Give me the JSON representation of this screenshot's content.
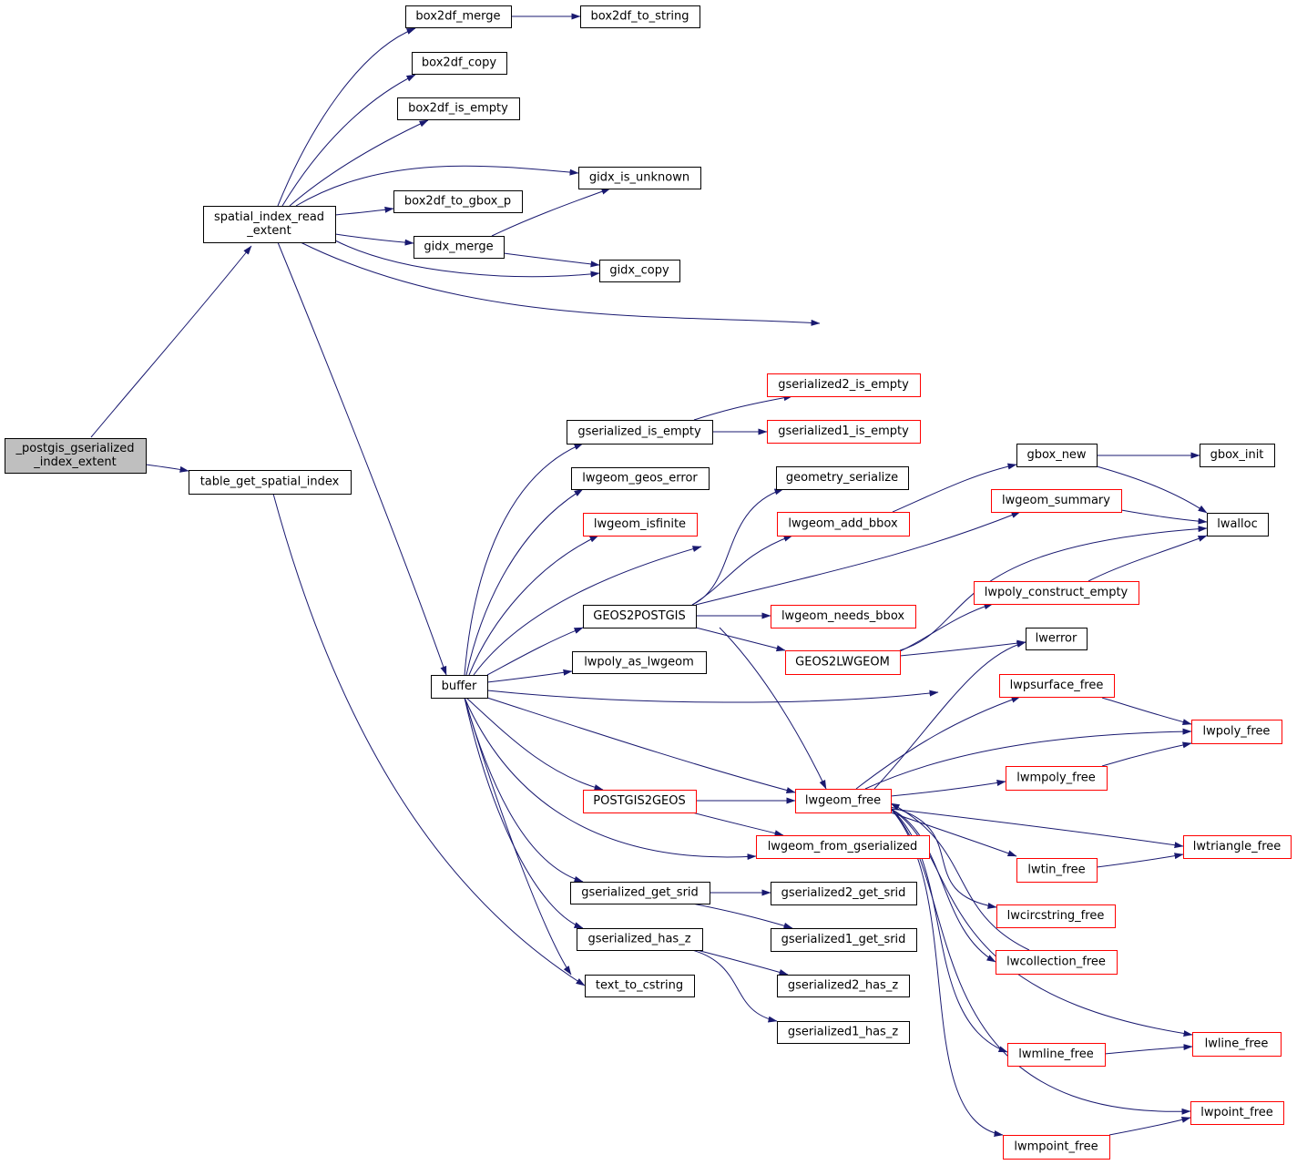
{
  "colors": {
    "edge": "#191970",
    "node_fill": "#ffffff",
    "root_fill": "#bfbfbf",
    "border_normal": "#000000",
    "border_incomplete": "#ff0000"
  },
  "nodes": {
    "root": {
      "label": "_postgis_gserialized\n_index_extent",
      "kind": "root"
    },
    "spatial_index_read_extent": {
      "label": "spatial_index_read\n_extent",
      "kind": "normal"
    },
    "table_get_spatial_index": {
      "label": "table_get_spatial_index",
      "kind": "normal"
    },
    "box2df_merge": {
      "label": "box2df_merge",
      "kind": "normal"
    },
    "box2df_to_string": {
      "label": "box2df_to_string",
      "kind": "normal"
    },
    "box2df_copy": {
      "label": "box2df_copy",
      "kind": "normal"
    },
    "box2df_is_empty": {
      "label": "box2df_is_empty",
      "kind": "normal"
    },
    "gidx_is_unknown": {
      "label": "gidx_is_unknown",
      "kind": "normal"
    },
    "box2df_to_gbox_p": {
      "label": "box2df_to_gbox_p",
      "kind": "normal"
    },
    "gidx_merge": {
      "label": "gidx_merge",
      "kind": "normal"
    },
    "gidx_copy": {
      "label": "gidx_copy",
      "kind": "normal"
    },
    "buffer": {
      "label": "buffer",
      "kind": "normal"
    },
    "gserialized_is_empty": {
      "label": "gserialized_is_empty",
      "kind": "normal"
    },
    "gserialized2_is_empty": {
      "label": "gserialized2_is_empty",
      "kind": "incomplete"
    },
    "gserialized1_is_empty": {
      "label": "gserialized1_is_empty",
      "kind": "incomplete"
    },
    "lwgeom_geos_error": {
      "label": "lwgeom_geos_error",
      "kind": "normal"
    },
    "lwgeom_isfinite": {
      "label": "lwgeom_isfinite",
      "kind": "incomplete"
    },
    "GEOS2POSTGIS": {
      "label": "GEOS2POSTGIS",
      "kind": "normal"
    },
    "lwpoly_as_lwgeom": {
      "label": "lwpoly_as_lwgeom",
      "kind": "normal"
    },
    "POSTGIS2GEOS": {
      "label": "POSTGIS2GEOS",
      "kind": "incomplete"
    },
    "gserialized_get_srid": {
      "label": "gserialized_get_srid",
      "kind": "normal"
    },
    "gserialized_has_z": {
      "label": "gserialized_has_z",
      "kind": "normal"
    },
    "text_to_cstring": {
      "label": "text_to_cstring",
      "kind": "normal"
    },
    "geometry_serialize": {
      "label": "geometry_serialize",
      "kind": "normal"
    },
    "lwgeom_add_bbox": {
      "label": "lwgeom_add_bbox",
      "kind": "incomplete"
    },
    "lwgeom_needs_bbox": {
      "label": "lwgeom_needs_bbox",
      "kind": "incomplete"
    },
    "GEOS2LWGEOM": {
      "label": "GEOS2LWGEOM",
      "kind": "incomplete"
    },
    "lwgeom_free": {
      "label": "lwgeom_free",
      "kind": "incomplete"
    },
    "lwgeom_from_gserialized": {
      "label": "lwgeom_from_gserialized",
      "kind": "incomplete"
    },
    "gserialized2_get_srid": {
      "label": "gserialized2_get_srid",
      "kind": "normal"
    },
    "gserialized1_get_srid": {
      "label": "gserialized1_get_srid",
      "kind": "normal"
    },
    "gserialized2_has_z": {
      "label": "gserialized2_has_z",
      "kind": "normal"
    },
    "gserialized1_has_z": {
      "label": "gserialized1_has_z",
      "kind": "normal"
    },
    "gbox_new": {
      "label": "gbox_new",
      "kind": "normal"
    },
    "gbox_init": {
      "label": "gbox_init",
      "kind": "normal"
    },
    "lwalloc": {
      "label": "lwalloc",
      "kind": "normal"
    },
    "lwgeom_summary": {
      "label": "lwgeom_summary",
      "kind": "incomplete"
    },
    "lwpoly_construct_empty": {
      "label": "lwpoly_construct_empty",
      "kind": "incomplete"
    },
    "lwerror": {
      "label": "lwerror",
      "kind": "normal"
    },
    "lwpsurface_free": {
      "label": "lwpsurface_free",
      "kind": "incomplete"
    },
    "lwpoly_free": {
      "label": "lwpoly_free",
      "kind": "incomplete"
    },
    "lwmpoly_free": {
      "label": "lwmpoly_free",
      "kind": "incomplete"
    },
    "lwtriangle_free": {
      "label": "lwtriangle_free",
      "kind": "incomplete"
    },
    "lwtin_free": {
      "label": "lwtin_free",
      "kind": "incomplete"
    },
    "lwcircstring_free": {
      "label": "lwcircstring_free",
      "kind": "incomplete"
    },
    "lwcollection_free": {
      "label": "lwcollection_free",
      "kind": "incomplete"
    },
    "lwline_free": {
      "label": "lwline_free",
      "kind": "incomplete"
    },
    "lwmline_free": {
      "label": "lwmline_free",
      "kind": "incomplete"
    },
    "lwpoint_free": {
      "label": "lwpoint_free",
      "kind": "incomplete"
    },
    "lwmpoint_free": {
      "label": "lwmpoint_free",
      "kind": "incomplete"
    }
  },
  "edges": [
    [
      "root",
      "spatial_index_read_extent"
    ],
    [
      "root",
      "table_get_spatial_index"
    ],
    [
      "spatial_index_read_extent",
      "box2df_merge"
    ],
    [
      "spatial_index_read_extent",
      "box2df_copy"
    ],
    [
      "spatial_index_read_extent",
      "box2df_is_empty"
    ],
    [
      "spatial_index_read_extent",
      "gidx_is_unknown"
    ],
    [
      "spatial_index_read_extent",
      "box2df_to_gbox_p"
    ],
    [
      "spatial_index_read_extent",
      "gidx_merge"
    ],
    [
      "spatial_index_read_extent",
      "gidx_copy"
    ],
    [
      "spatial_index_read_extent",
      "gbox_new"
    ],
    [
      "spatial_index_read_extent",
      "buffer"
    ],
    [
      "box2df_merge",
      "box2df_to_string"
    ],
    [
      "gidx_merge",
      "gidx_is_unknown"
    ],
    [
      "gidx_merge",
      "gidx_copy"
    ],
    [
      "table_get_spatial_index",
      "text_to_cstring"
    ],
    [
      "buffer",
      "gserialized_is_empty"
    ],
    [
      "buffer",
      "lwgeom_geos_error"
    ],
    [
      "buffer",
      "lwgeom_isfinite"
    ],
    [
      "buffer",
      "geometry_serialize"
    ],
    [
      "buffer",
      "GEOS2POSTGIS"
    ],
    [
      "buffer",
      "lwpoly_as_lwgeom"
    ],
    [
      "buffer",
      "lwpoly_construct_empty"
    ],
    [
      "buffer",
      "lwgeom_free"
    ],
    [
      "buffer",
      "POSTGIS2GEOS"
    ],
    [
      "buffer",
      "lwgeom_from_gserialized"
    ],
    [
      "buffer",
      "gserialized_get_srid"
    ],
    [
      "buffer",
      "gserialized_has_z"
    ],
    [
      "buffer",
      "text_to_cstring"
    ],
    [
      "gserialized_is_empty",
      "gserialized2_is_empty"
    ],
    [
      "gserialized_is_empty",
      "gserialized1_is_empty"
    ],
    [
      "GEOS2POSTGIS",
      "geometry_serialize"
    ],
    [
      "GEOS2POSTGIS",
      "lwgeom_add_bbox"
    ],
    [
      "GEOS2POSTGIS",
      "lwgeom_summary"
    ],
    [
      "GEOS2POSTGIS",
      "lwgeom_needs_bbox"
    ],
    [
      "GEOS2POSTGIS",
      "GEOS2LWGEOM"
    ],
    [
      "GEOS2POSTGIS",
      "lwgeom_free"
    ],
    [
      "lwgeom_add_bbox",
      "gbox_new"
    ],
    [
      "lwgeom_summary",
      "lwalloc"
    ],
    [
      "GEOS2LWGEOM",
      "lwalloc"
    ],
    [
      "GEOS2LWGEOM",
      "lwpoly_construct_empty"
    ],
    [
      "GEOS2LWGEOM",
      "lwerror"
    ],
    [
      "lwpoly_construct_empty",
      "lwalloc"
    ],
    [
      "gbox_new",
      "gbox_init"
    ],
    [
      "gbox_new",
      "lwalloc"
    ],
    [
      "POSTGIS2GEOS",
      "lwgeom_free"
    ],
    [
      "POSTGIS2GEOS",
      "lwgeom_from_gserialized"
    ],
    [
      "gserialized_get_srid",
      "gserialized2_get_srid"
    ],
    [
      "gserialized_get_srid",
      "gserialized1_get_srid"
    ],
    [
      "gserialized_has_z",
      "gserialized2_has_z"
    ],
    [
      "gserialized_has_z",
      "gserialized1_has_z"
    ],
    [
      "lwgeom_free",
      "lwpsurface_free"
    ],
    [
      "lwgeom_free",
      "lwpoly_free"
    ],
    [
      "lwgeom_free",
      "lwmpoly_free"
    ],
    [
      "lwgeom_free",
      "lwtriangle_free"
    ],
    [
      "lwgeom_free",
      "lwtin_free"
    ],
    [
      "lwgeom_free",
      "lwcircstring_free"
    ],
    [
      "lwgeom_free",
      "lwcollection_free"
    ],
    [
      "lwgeom_free",
      "lwline_free"
    ],
    [
      "lwgeom_free",
      "lwmline_free"
    ],
    [
      "lwgeom_free",
      "lwpoint_free"
    ],
    [
      "lwgeom_free",
      "lwmpoint_free"
    ],
    [
      "lwgeom_free",
      "lwerror"
    ],
    [
      "lwcollection_free",
      "lwgeom_free"
    ],
    [
      "lwpsurface_free",
      "lwpoly_free"
    ],
    [
      "lwmpoly_free",
      "lwpoly_free"
    ],
    [
      "lwtin_free",
      "lwtriangle_free"
    ],
    [
      "lwmline_free",
      "lwline_free"
    ],
    [
      "lwmpoint_free",
      "lwpoint_free"
    ]
  ]
}
